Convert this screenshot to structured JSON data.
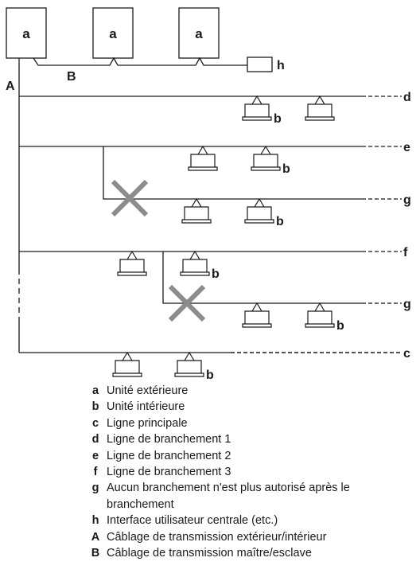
{
  "diagram": {
    "outdoor_units": [
      "a",
      "a",
      "a"
    ],
    "indoor_unit_label": "b",
    "central_interface_label": "h",
    "cable_labels": {
      "outdoor_indoor": "A",
      "master_slave": "B"
    },
    "line_end_labels": {
      "main_line": "c",
      "branch_line_1": "d",
      "branch_line_2": "e",
      "branch_line_3": "f",
      "forbidden_1": "g",
      "forbidden_2": "g"
    }
  },
  "legend": [
    {
      "key": "a",
      "text": "Unité extérieure"
    },
    {
      "key": "b",
      "text": "Unité intérieure"
    },
    {
      "key": "c",
      "text": "Ligne principale"
    },
    {
      "key": "d",
      "text": "Ligne de branchement 1"
    },
    {
      "key": "e",
      "text": "Ligne de branchement 2"
    },
    {
      "key": "f",
      "text": "Ligne de branchement 3"
    },
    {
      "key": "g",
      "text": "Aucun branchement n'est plus autorisé après le branchement"
    },
    {
      "key": "h",
      "text": "Interface utilisateur centrale (etc.)"
    },
    {
      "key": "A",
      "text": "Câblage de transmission extérieur/intérieur"
    },
    {
      "key": "B",
      "text": "Câblage de transmission maître/esclave"
    }
  ]
}
